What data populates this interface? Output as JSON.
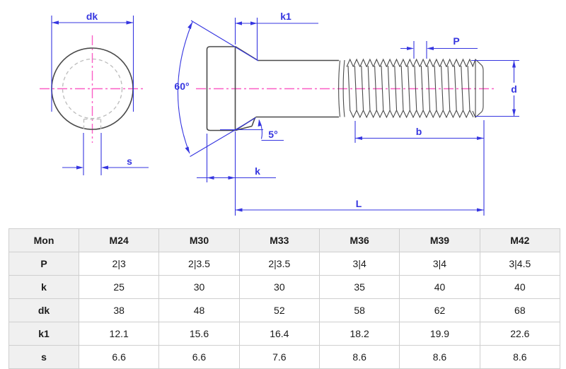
{
  "drawing": {
    "labels": {
      "dk": "dk",
      "s": "s",
      "head_angle": "60°",
      "k1": "k1",
      "nib_angle": "5°",
      "k": "k",
      "pitch": "P",
      "d": "d",
      "b": "b",
      "L": "L"
    }
  },
  "colors": {
    "dimension": "#3636e0",
    "centerline": "#fb5fc6",
    "outline": "#4a4a4a",
    "hidden": "#bbbbbb",
    "table_border": "#cfcfcf",
    "table_header_bg": "#f0f0f0",
    "text": "#1b1b1b"
  },
  "table": {
    "header": [
      "Mon",
      "M24",
      "M30",
      "M33",
      "M36",
      "M39",
      "M42"
    ],
    "rows": [
      [
        "P",
        "2|3",
        "2|3.5",
        "2|3.5",
        "3|4",
        "3|4",
        "3|4.5"
      ],
      [
        "k",
        "25",
        "30",
        "30",
        "35",
        "40",
        "40"
      ],
      [
        "dk",
        "38",
        "48",
        "52",
        "58",
        "62",
        "68"
      ],
      [
        "k1",
        "12.1",
        "15.6",
        "16.4",
        "18.2",
        "19.9",
        "22.6"
      ],
      [
        "s",
        "6.6",
        "6.6",
        "7.6",
        "8.6",
        "8.6",
        "8.6"
      ]
    ]
  }
}
